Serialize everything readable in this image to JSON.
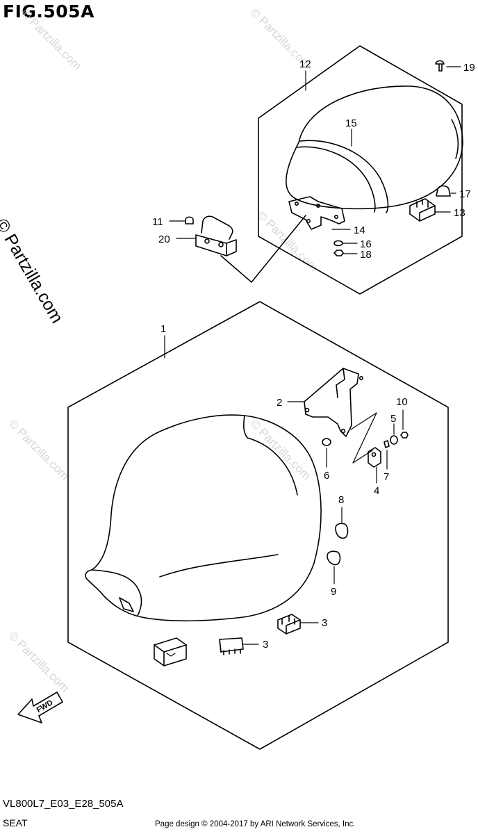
{
  "figure": {
    "title": "FIG.505A",
    "model_code": "VL800L7_E03_E28_505A",
    "section": "SEAT",
    "footer": "Page design © 2004-2017 by ARI Network Services, Inc."
  },
  "watermark": {
    "text": "© Partzilla.com"
  },
  "callouts": {
    "p1": "1",
    "p2": "2",
    "p3a": "3",
    "p3b": "3",
    "p4": "4",
    "p5": "5",
    "p6": "6",
    "p7": "7",
    "p8": "8",
    "p9": "9",
    "p10": "10",
    "p11": "11",
    "p12": "12",
    "p13": "13",
    "p14": "14",
    "p15": "15",
    "p16": "16",
    "p17": "17",
    "p18": "18",
    "p19": "19",
    "p20": "20"
  },
  "badge": {
    "fwd": "FWD"
  }
}
